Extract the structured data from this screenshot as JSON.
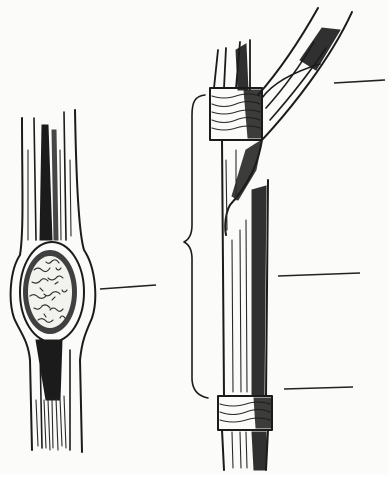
{
  "figure": {
    "ink_color": "#1b1b1b",
    "paper_color": "#fbfbf9",
    "left_drawing": "stem-section",
    "right_drawing": "plant-stem-with-nodes-and-leaf-sheath",
    "label_lines_count": 4,
    "labels": []
  }
}
